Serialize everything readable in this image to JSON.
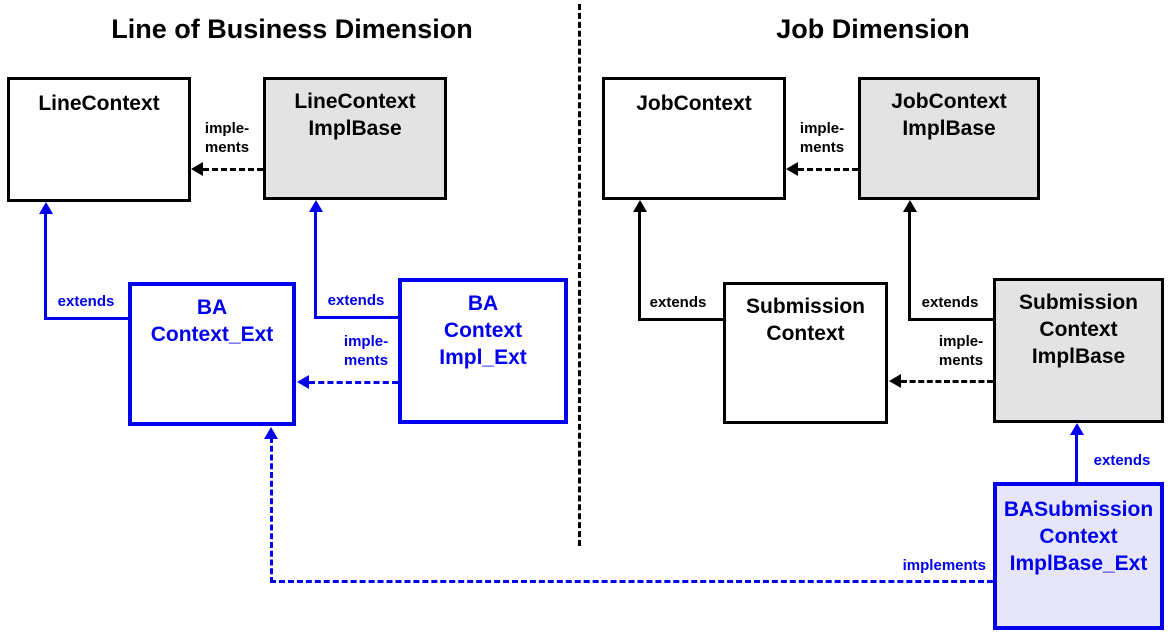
{
  "colors": {
    "accent_blue": "#0000ee",
    "line_black": "#000000",
    "implbase_fill_gray": "#e3e3e3",
    "ext_fill_lavender": "#e6e6f8",
    "box_fill_white": "#ffffff"
  },
  "left": {
    "title": "Line of Business Dimension",
    "box_line_context": [
      "LineContext"
    ],
    "box_line_context_impl_base": [
      "LineContext",
      "ImplBase"
    ],
    "box_ba_context_ext": [
      "BA",
      "Context_Ext"
    ],
    "box_ba_context_impl_ext": [
      "BA",
      "Context",
      "Impl_Ext"
    ],
    "label_implements_top": [
      "imple-",
      "ments"
    ],
    "label_implements_mid": [
      "imple-",
      "ments"
    ],
    "label_extends_context": "extends",
    "label_extends_impl": "extends"
  },
  "right": {
    "title": "Job Dimension",
    "box_job_context": [
      "JobContext"
    ],
    "box_job_context_impl_base": [
      "JobContext",
      "ImplBase"
    ],
    "box_submission_context": [
      "Submission",
      "Context"
    ],
    "box_submission_context_impl_base": [
      "Submission",
      "Context",
      "ImplBase"
    ],
    "box_ba_submission_context_impl_base_ext": [
      "BASubmission",
      "Context",
      "ImplBase_Ext"
    ],
    "label_implements_top": [
      "imple-",
      "ments"
    ],
    "label_implements_mid": [
      "imple-",
      "ments"
    ],
    "label_extends_context": "extends",
    "label_extends_impl": "extends",
    "label_extends_ba_submission": "extends",
    "label_implements_long": "implements"
  }
}
